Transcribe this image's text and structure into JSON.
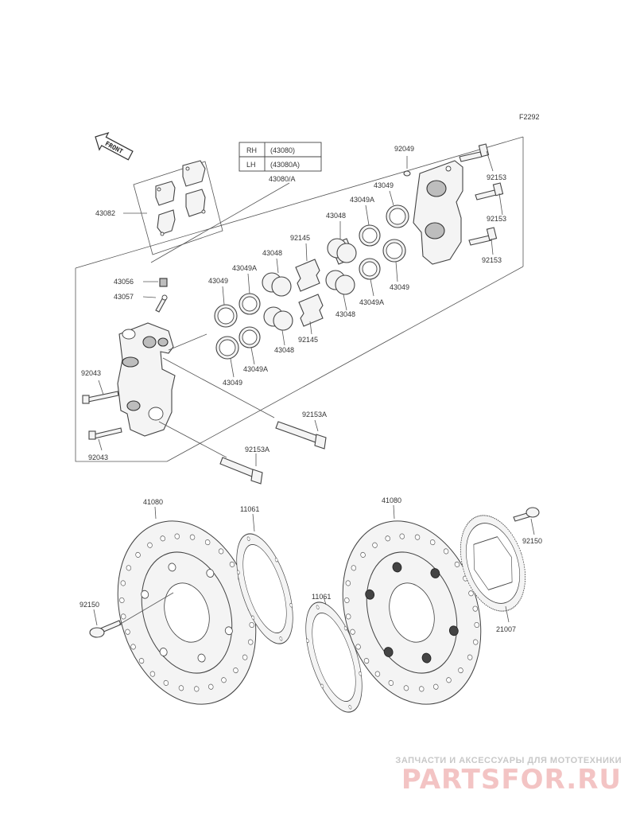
{
  "diagram_code": "F2292",
  "front_label": "FRONT",
  "spec_table": [
    {
      "side": "RH",
      "part": "(43080)"
    },
    {
      "side": "LH",
      "part": "(43080A)"
    }
  ],
  "labels": {
    "assy": "43080/A",
    "pads": "43082",
    "plug": "43056",
    "bleeder": "43057",
    "washer": "92049",
    "bolt_a": "92153",
    "bolt_b": "92153",
    "bolt_c": "92153",
    "seal_a_1": "43049",
    "seal_a_2": "43049",
    "seal_a_3": "43049",
    "seal_a_4": "43049",
    "seal_b_1": "43049A",
    "seal_b_2": "43049A",
    "seal_b_3": "43049A",
    "seal_b_4": "43049A",
    "piston_1": "43048",
    "piston_2": "43048",
    "piston_3": "43048",
    "piston_4": "43048",
    "spring_1": "92145",
    "spring_2": "92145",
    "mount_bolt_1": "92043",
    "mount_bolt_2": "92043",
    "pin_1": "92153A",
    "pin_2": "92153A",
    "disc_left": "41080",
    "disc_right": "41080",
    "shim_left": "11061",
    "shim_right": "11061",
    "disc_bolt_left": "92150",
    "disc_bolt_right": "92150",
    "sensor_rotor": "21007"
  },
  "watermark": {
    "tagline": "ЗАПЧАСТИ И АКСЕССУАРЫ ДЛЯ МОТОТЕХНИКИ",
    "logo": "PARTSFOR.RU"
  }
}
